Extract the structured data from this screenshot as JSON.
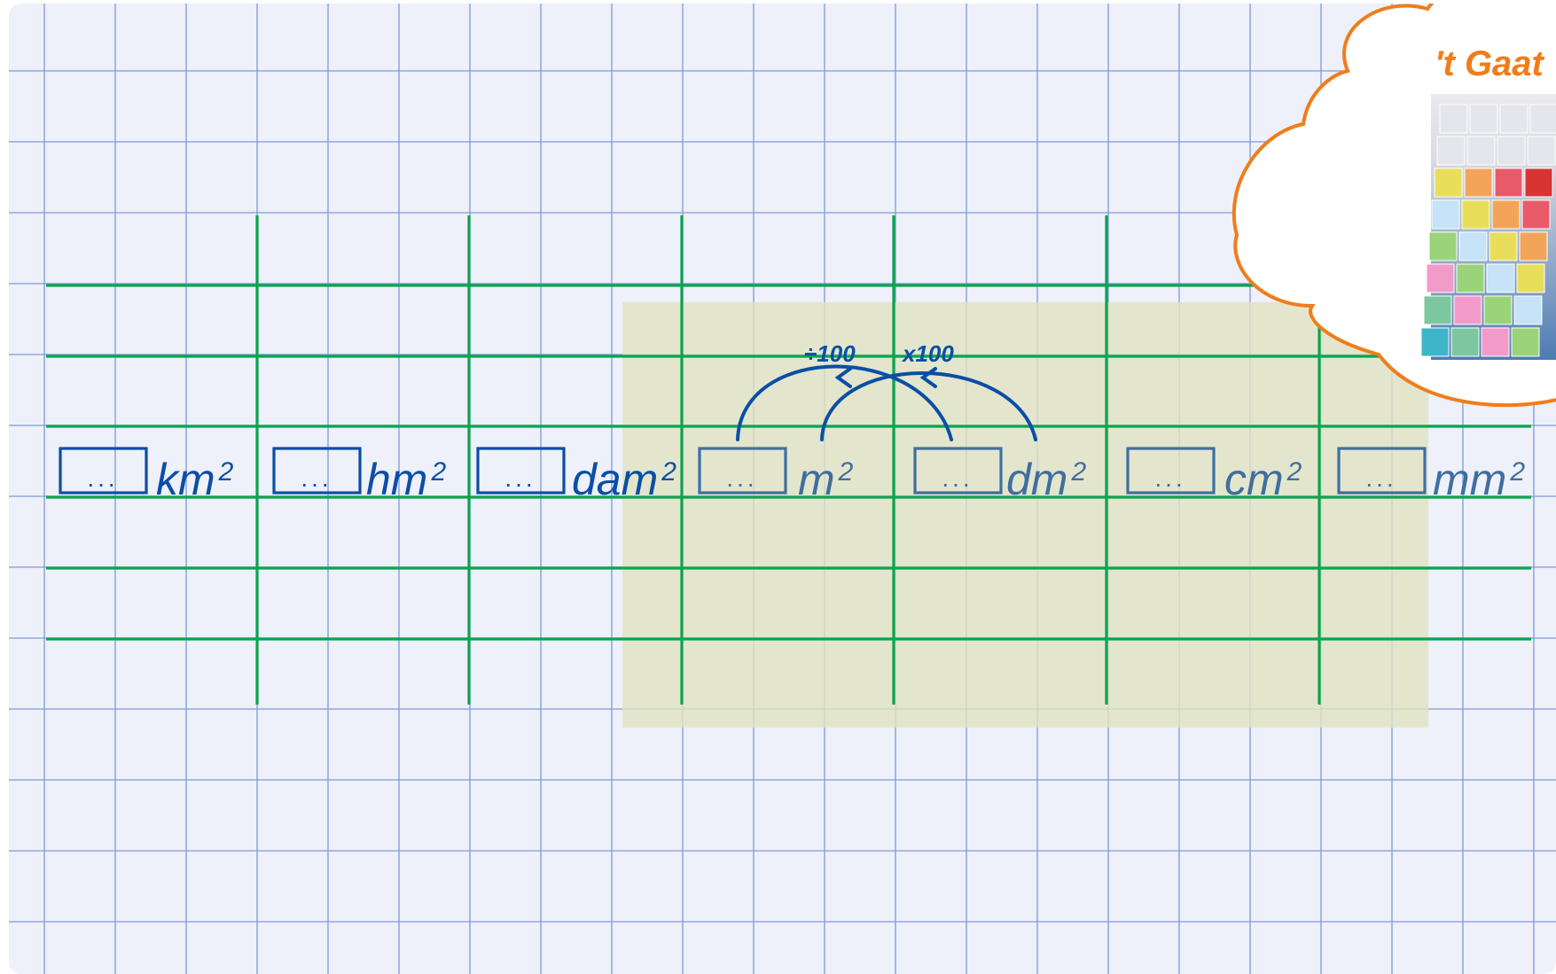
{
  "boxes": [
    {
      "placeholder": "...",
      "unit": "km",
      "exp": "2"
    },
    {
      "placeholder": "...",
      "unit": "hm",
      "exp": "2"
    },
    {
      "placeholder": "...",
      "unit": "dam",
      "exp": "2"
    },
    {
      "placeholder": "...",
      "unit": "m",
      "exp": "2"
    },
    {
      "placeholder": "...",
      "unit": "dm",
      "exp": "2"
    },
    {
      "placeholder": "...",
      "unit": "cm",
      "exp": "2"
    },
    {
      "placeholder": "...",
      "unit": "mm",
      "exp": "2"
    }
  ],
  "arrows": {
    "divide_label": "÷100",
    "multiply_label": "x100"
  },
  "badge": {
    "title": "'t Gaat"
  },
  "colors": {
    "paper": "#eef0fa",
    "grid": "#7e9bd6",
    "table_lines": "#0aa34f",
    "ink_blue": "#0a4ea6",
    "faded_blue": "#3f6ea0",
    "highlight": "#e4e8cf",
    "cloud_stroke": "#f07d1a",
    "badge_text": "#f07d1a"
  }
}
